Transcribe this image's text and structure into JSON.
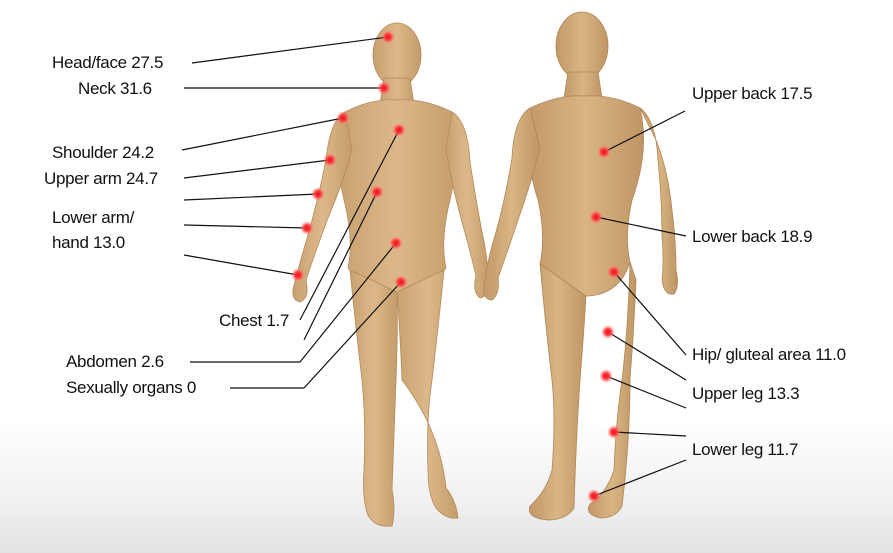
{
  "colors": {
    "skin": "#d8b382",
    "skin_shadow": "#b98f5f",
    "marker": "#e0161d",
    "marker_glow": "#ff6a6a",
    "line": "#111111"
  },
  "labels": {
    "head_face": "Head/face 27.5",
    "neck": "Neck 31.6",
    "shoulder": "Shoulder 24.2",
    "upper_arm": "Upper arm 24.7",
    "lower_arm_line1": "Lower arm/",
    "lower_arm_line2": "hand  13.0",
    "chest": "Chest 1.7",
    "abdomen": "Abdomen 2.6",
    "sexual_organs": "Sexually organs 0",
    "upper_back": "Upper back 17.5",
    "lower_back": "Lower back 18.9",
    "hip_gluteal": "Hip/ gluteal area 11.0",
    "upper_leg": "Upper leg 13.3",
    "lower_leg": "Lower leg 11.7"
  }
}
